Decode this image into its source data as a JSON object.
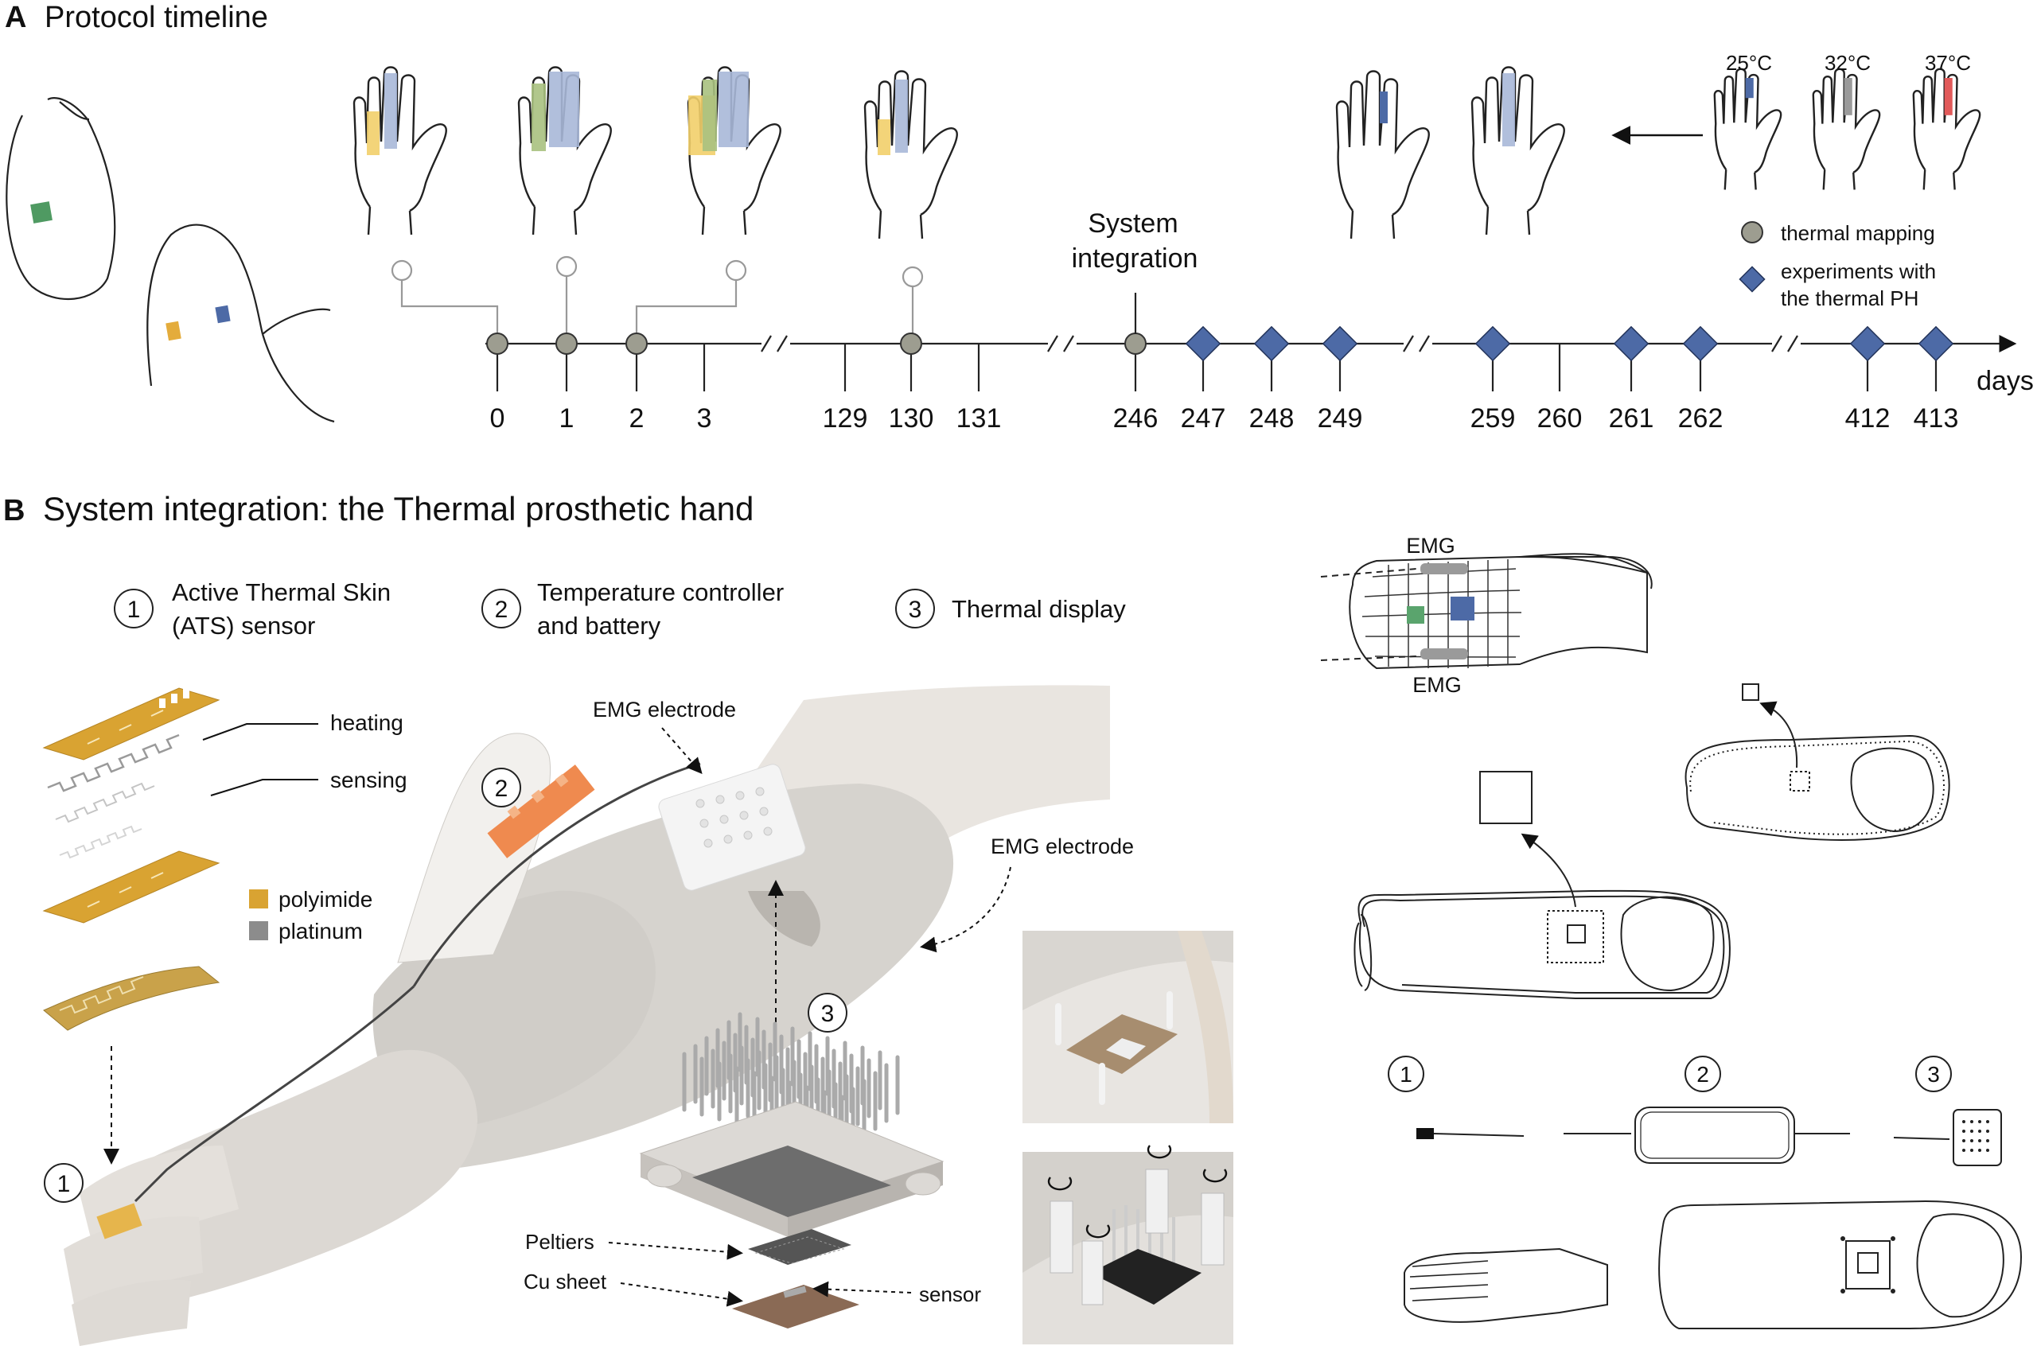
{
  "panel_a": {
    "letter": "A",
    "title": "Protocol timeline",
    "axis_unit": "days",
    "integration_label_line1": "System",
    "integration_label_line2": "integration",
    "ticks": [
      "0",
      "1",
      "2",
      "3",
      "129",
      "130",
      "131",
      "246",
      "247",
      "248",
      "249",
      "259",
      "260",
      "261",
      "262",
      "412",
      "413"
    ],
    "circle_days": [
      "0",
      "1",
      "2",
      "130",
      "246"
    ],
    "diamond_days": [
      "247",
      "248",
      "249",
      "259",
      "261",
      "262",
      "412",
      "413"
    ],
    "temperatures": [
      "25°C",
      "32°C",
      "37°C"
    ],
    "legend": {
      "mapping": "thermal mapping",
      "experiments_line1": "experiments with",
      "experiments_line2": "the thermal PH"
    },
    "colors": {
      "circle": "#9d9d90",
      "diamond": "#4d6aa6",
      "yellow": "#f2cf6a",
      "blue": "#a9b8d8",
      "green": "#a9c17f",
      "green_patch": "#4f9a62",
      "t25": "#4d6aa6",
      "t32": "#9a9a9a",
      "t37": "#e25a5a"
    }
  },
  "panel_b": {
    "letter": "B",
    "title": "System integration: the Thermal prosthetic hand",
    "components": [
      {
        "num": "1",
        "line1": "Active Thermal Skin",
        "line2": "(ATS) sensor"
      },
      {
        "num": "2",
        "line1": "Temperature controller",
        "line2": "and battery"
      },
      {
        "num": "3",
        "line1": "Thermal display",
        "line2": ""
      }
    ],
    "layers": {
      "heating": "heating",
      "sensing": "sensing"
    },
    "materials": [
      {
        "name": "polyimide",
        "color": "#d9a332"
      },
      {
        "name": "platinum",
        "color": "#8c8c8c"
      }
    ],
    "labels": {
      "emg1": "EMG electrode",
      "emg2": "EMG electrode",
      "peltiers": "Peltiers",
      "cu": "Cu sheet",
      "sensor": "sensor",
      "emg_top": "EMG",
      "emg_bottom": "EMG"
    },
    "markers": {
      "n1": "1",
      "n2": "2",
      "n3": "3"
    },
    "bottom_nums": [
      "1",
      "2",
      "3"
    ]
  }
}
